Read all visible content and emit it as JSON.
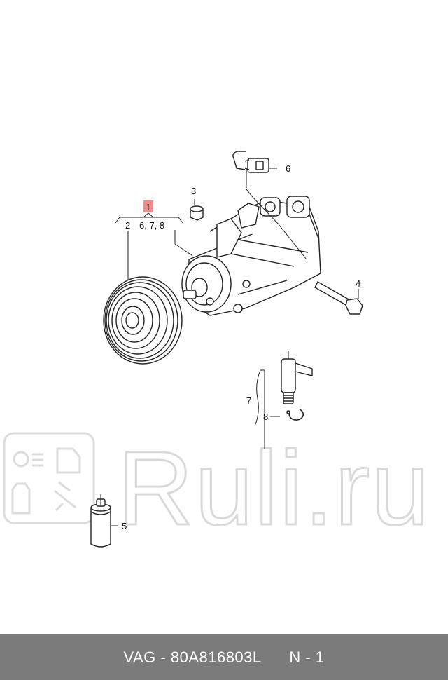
{
  "callouts": {
    "c1": "1",
    "c678_top": "6, 7, 8",
    "c2": "2",
    "c3": "3",
    "c4": "4",
    "c5": "5",
    "c6": "6",
    "c7": "7",
    "c8": "8"
  },
  "watermark": {
    "text": "Ruli.ru"
  },
  "highlight_color": "#f28b8b",
  "footer": {
    "part": "VAG - 80A816803L",
    "sheet": "N - 1"
  }
}
